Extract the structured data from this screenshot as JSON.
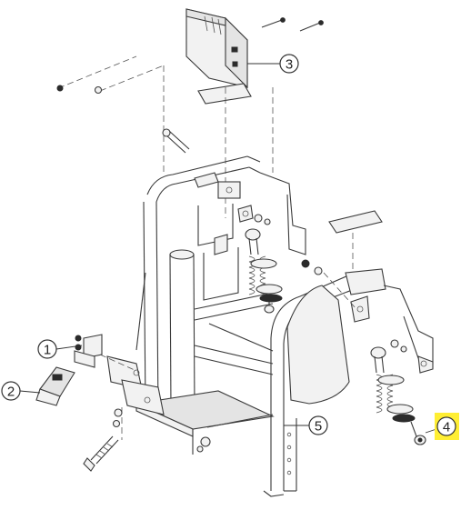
{
  "callouts": [
    {
      "id": "1",
      "label": "1",
      "highlighted": false
    },
    {
      "id": "2",
      "label": "2",
      "highlighted": false
    },
    {
      "id": "3",
      "label": "3",
      "highlighted": false
    },
    {
      "id": "4",
      "label": "4",
      "highlighted": true
    },
    {
      "id": "5",
      "label": "5",
      "highlighted": false
    }
  ],
  "colors": {
    "line": "#3a3a3a",
    "highlight": "#ffee33",
    "background": "#ffffff"
  }
}
